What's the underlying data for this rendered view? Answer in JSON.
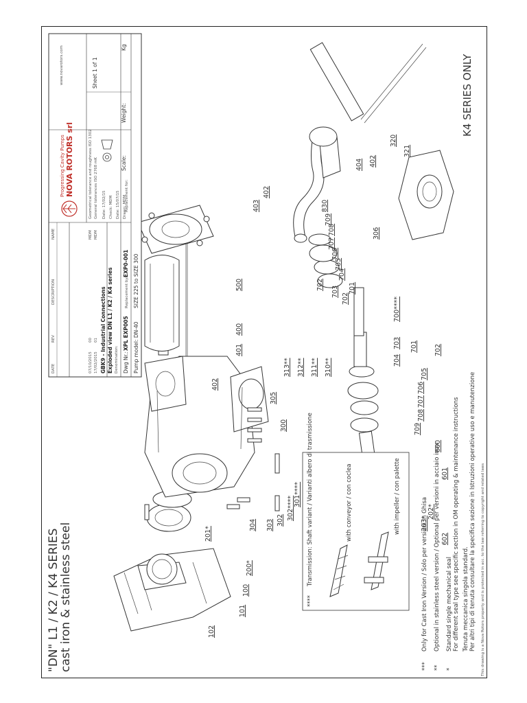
{
  "title": {
    "line1": "\"DN\" L1 / K2 / K4 SERIES",
    "line2": "cast iron & stainless steel"
  },
  "k4_label": "K4 SERIES ONLY",
  "part_labels": [
    "102",
    "101",
    "100",
    "201*",
    "200*",
    "304",
    "303",
    "302",
    "302****",
    "301****",
    "602",
    "203*",
    "202*",
    "601",
    "600",
    "709",
    "708",
    "707",
    "706",
    "705",
    "704",
    "701",
    "702",
    "703",
    "700****",
    "313**",
    "312**",
    "311**",
    "310**",
    "300",
    "305",
    "402",
    "401",
    "400",
    "500",
    "403",
    "402",
    "830",
    "709",
    "708",
    "707",
    "706",
    "705",
    "704",
    "703",
    "702",
    "701",
    "702",
    "321",
    "320",
    "306",
    "404",
    "402"
  ],
  "legend": {
    "star4": "****",
    "star4_text": "Transmission: Shaft variant / Varianti albero di trasmissione",
    "conveyor": "with conveyor / con coclea",
    "impeller": "with impeller / con palette"
  },
  "notes": [
    {
      "mark": "***",
      "text": "Only for Cast Iron Version / Solo per versioni in Ghisa"
    },
    {
      "mark": "**",
      "text": "Optional in stainless steel version / Optional per versioni in acciaio inox"
    },
    {
      "mark": "*",
      "text": "Standard single mechanical seal"
    },
    {
      "mark": "",
      "text": "For different seal type see specific section in OM operating & maintenance instructions"
    },
    {
      "mark": "",
      "text": "Tenuta meccanica singola standard."
    },
    {
      "mark": "",
      "text": "Per altri tipi di tenuta consultare la specifica sezione in Istruzioni operative uso e manutenzione"
    }
  ],
  "copyright": "This drawing is a Nova Rotors property and is protected in acc. to the law referring to copyright and related laws",
  "title_block": {
    "pump_model": "Pump model: DN-40",
    "size": "SIZE 225 to SIZE 300",
    "dwg_nr_label": "Dwg Nr.:",
    "dwg_nr": "XPL EXP005",
    "replacement_for": "Replacement for:",
    "replacement_by_label": "Replacement by:",
    "replacement_by": "EXP0-001",
    "denomination_label": "Denomination:",
    "denomination1": "Exploded view DN L1 / K2 / K4 series",
    "denomination2": "GBK9 - Industrial Connections",
    "drawn": "Drawn: MDM",
    "date1": "Date: 15/07/15",
    "check": "Check: MDM",
    "date2": "Date: 17/02/15",
    "scale": "Scale:",
    "weight": "Weight:",
    "kg": "Kg",
    "sheet": "Sheet 1 of 1",
    "tolerance1": "General tolerances ISO 2768 mK",
    "tolerance2": "Geometrical tolerance and roughness ISO 1302",
    "rev_dates": [
      "17/02/2015",
      "07/10/2015"
    ],
    "rev_codes": [
      "01",
      "00"
    ],
    "rev_by": [
      "MDM",
      "MDM"
    ],
    "col_date": "DATE",
    "col_rev": "REV",
    "col_desc": "DESCRIPTION",
    "col_name": "NAME",
    "company": "NOVA ROTORS srl",
    "company_sub": "Progressing Cavity Pumps",
    "website": "www.novarotors.com"
  }
}
